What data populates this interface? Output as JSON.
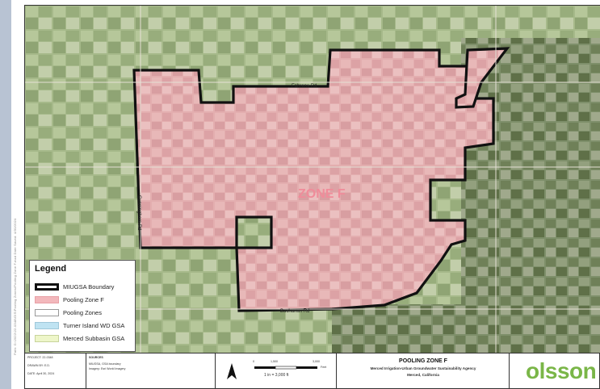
{
  "map": {
    "zone_label": "ZONE F",
    "roads": [
      "Fahrens Rd",
      "Cunningham Rd",
      "Buchanan Rd"
    ]
  },
  "legend": {
    "title": "Legend",
    "items": [
      {
        "label": "MIUGSA Boundary",
        "color": "#111111"
      },
      {
        "label": "Pooling Zone F",
        "color": "#f3b8bc"
      },
      {
        "label": "Pooling Zones",
        "color": "#ffffff"
      },
      {
        "label": "Turner Island WD GSA",
        "color": "#bfe3f2"
      },
      {
        "label": "Merced Subbasin GSA",
        "color": "#eef6c9"
      }
    ]
  },
  "title_block": {
    "project_label": "PROJECT: 22-0348",
    "drawn_label": "DRAWN BY: E.D.",
    "date_label": "DATE: April 30, 2024",
    "sources_heading": "SOURCES",
    "sources_text_1": "MIUGSA, GSA boundary",
    "sources_text_2": "Imagery: Esri World Imagery",
    "scale_text": "1 in = 3,000 ft",
    "scale_marks": [
      "0",
      "1,500",
      "3,000"
    ],
    "scale_unit": "Feet",
    "map_title": "POOLING ZONE F",
    "agency": "Merced Irrigation-Urban Groundwater Sustainability Agency",
    "location": "Merced, California",
    "logo_text": "olsson"
  },
  "file_path": "Path: G:\\2022\\22-0348\\GIS\\Pooling Zones\\Pooling Zone F.mxd  Date Saved: 4/30/2024"
}
